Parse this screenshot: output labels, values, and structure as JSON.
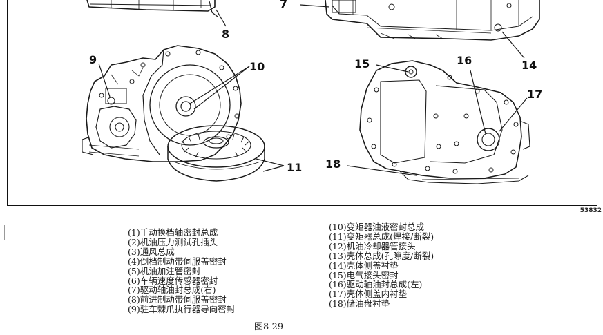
{
  "figure": {
    "callouts": [
      "7",
      "8",
      "9",
      "10",
      "11",
      "14",
      "15",
      "16",
      "17",
      "18"
    ],
    "drawing_id": "53832",
    "caption": "图8-29"
  },
  "legend": {
    "left": [
      "(1)手动换档轴密封总成",
      "(2)机油压力测试孔插头",
      "(3)通风总成",
      "(4)倒档制动带伺服盖密封",
      "(5)机油加注管密封",
      "(6)车辆速度传感器密封",
      "(7)驱动轴油封总成(右)",
      "(8)前进制动带伺服盖密封",
      "(9)驻车棘爪执行器导向密封"
    ],
    "right": [
      "(10)变矩器油液密封总成",
      "(11)变矩器总成(焊接/断裂)",
      "(12)机油冷却器管接头",
      "(13)壳体总成(孔隙度/断裂)",
      "(14)壳体侧盖衬垫",
      "(15)电气接头密封",
      "(16)驱动轴油封总成(左)",
      "(17)壳体侧盖内衬垫",
      "(18)储油盘衬垫"
    ]
  }
}
